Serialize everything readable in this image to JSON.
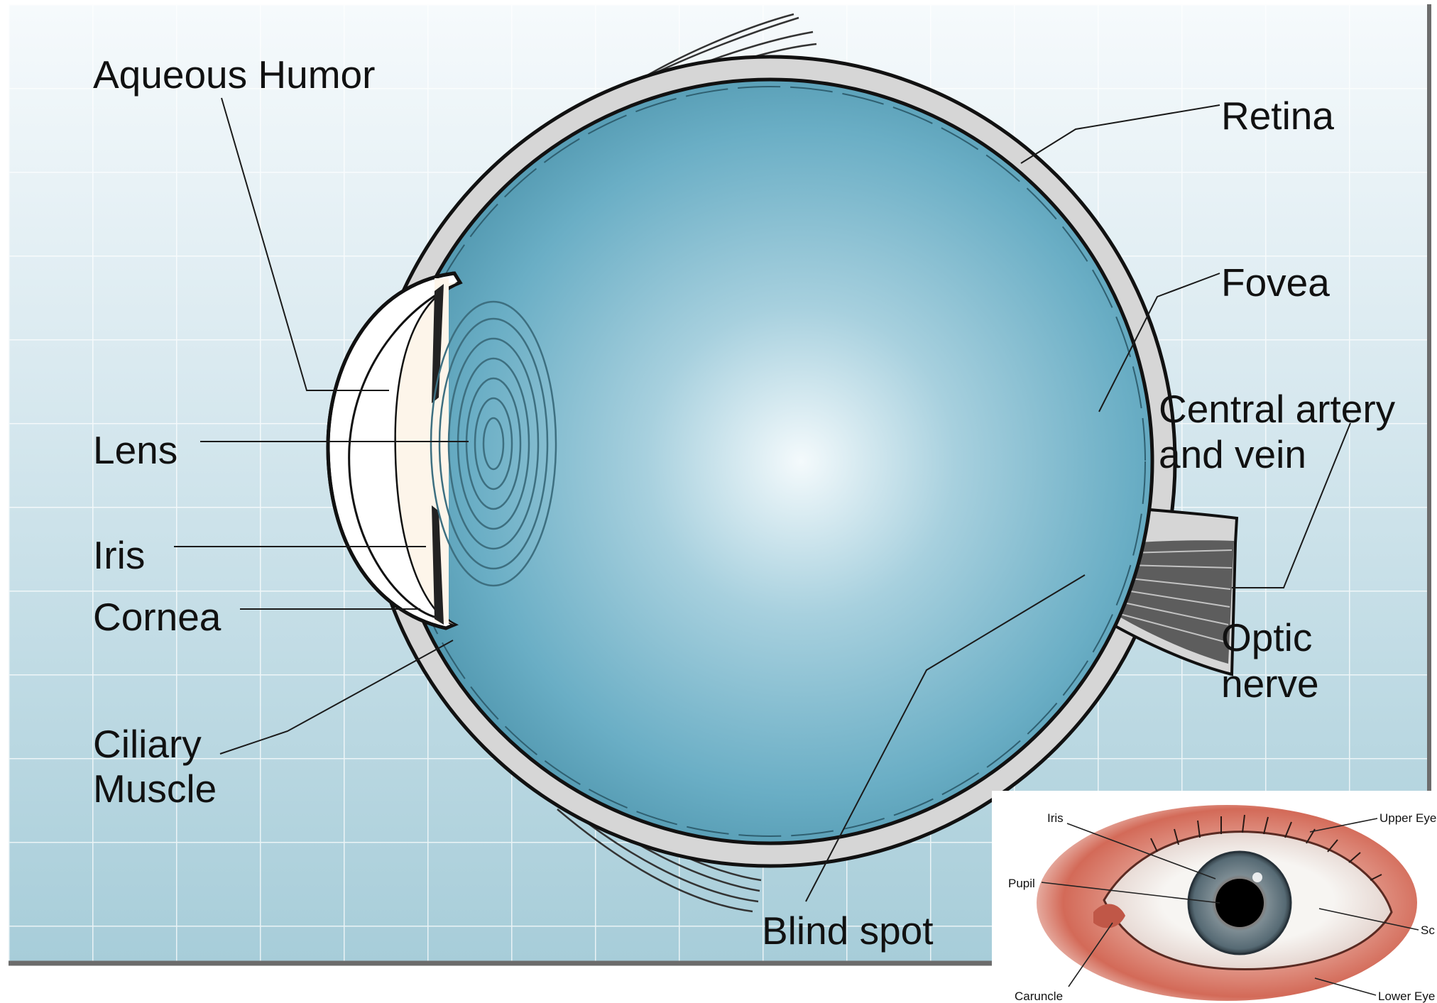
{
  "main_diagram": {
    "labels": {
      "aqueous_humor": "Aqueous Humor",
      "lens": "Lens",
      "iris": "Iris",
      "cornea": "Cornea",
      "ciliary_muscle": [
        "Ciliary",
        "Muscle"
      ],
      "retina": "Retina",
      "fovea": "Fovea",
      "central_artery_and_vein": [
        "Central artery",
        "and vein"
      ],
      "optic_nerve": [
        "Optic",
        "nerve"
      ],
      "blind_spot": "Blind spot"
    },
    "colors": {
      "background_top": "#f4f9fb",
      "background_bottom": "#a9cfda",
      "grid_line": "#ffffff",
      "vitreous_light": "#dcedf3",
      "vitreous_dark": "#4f9ab2",
      "sclera": "#d8d8d8",
      "lens_fill": "#fdf5ea",
      "optic_nerve": "#5a5a5a"
    }
  },
  "inset_photo": {
    "labels": {
      "iris": "Iris",
      "pupil": "Pupil",
      "caruncle": "Caruncle",
      "upper_eyelid": "Upper Eye",
      "sclera": "Sc",
      "lower_eyelid": "Lower Eye"
    },
    "colors": {
      "skin_red": "#d5705e",
      "iris_grey": "#7a8a92",
      "pupil": "#000000",
      "sclera": "#f3f0ec"
    }
  }
}
